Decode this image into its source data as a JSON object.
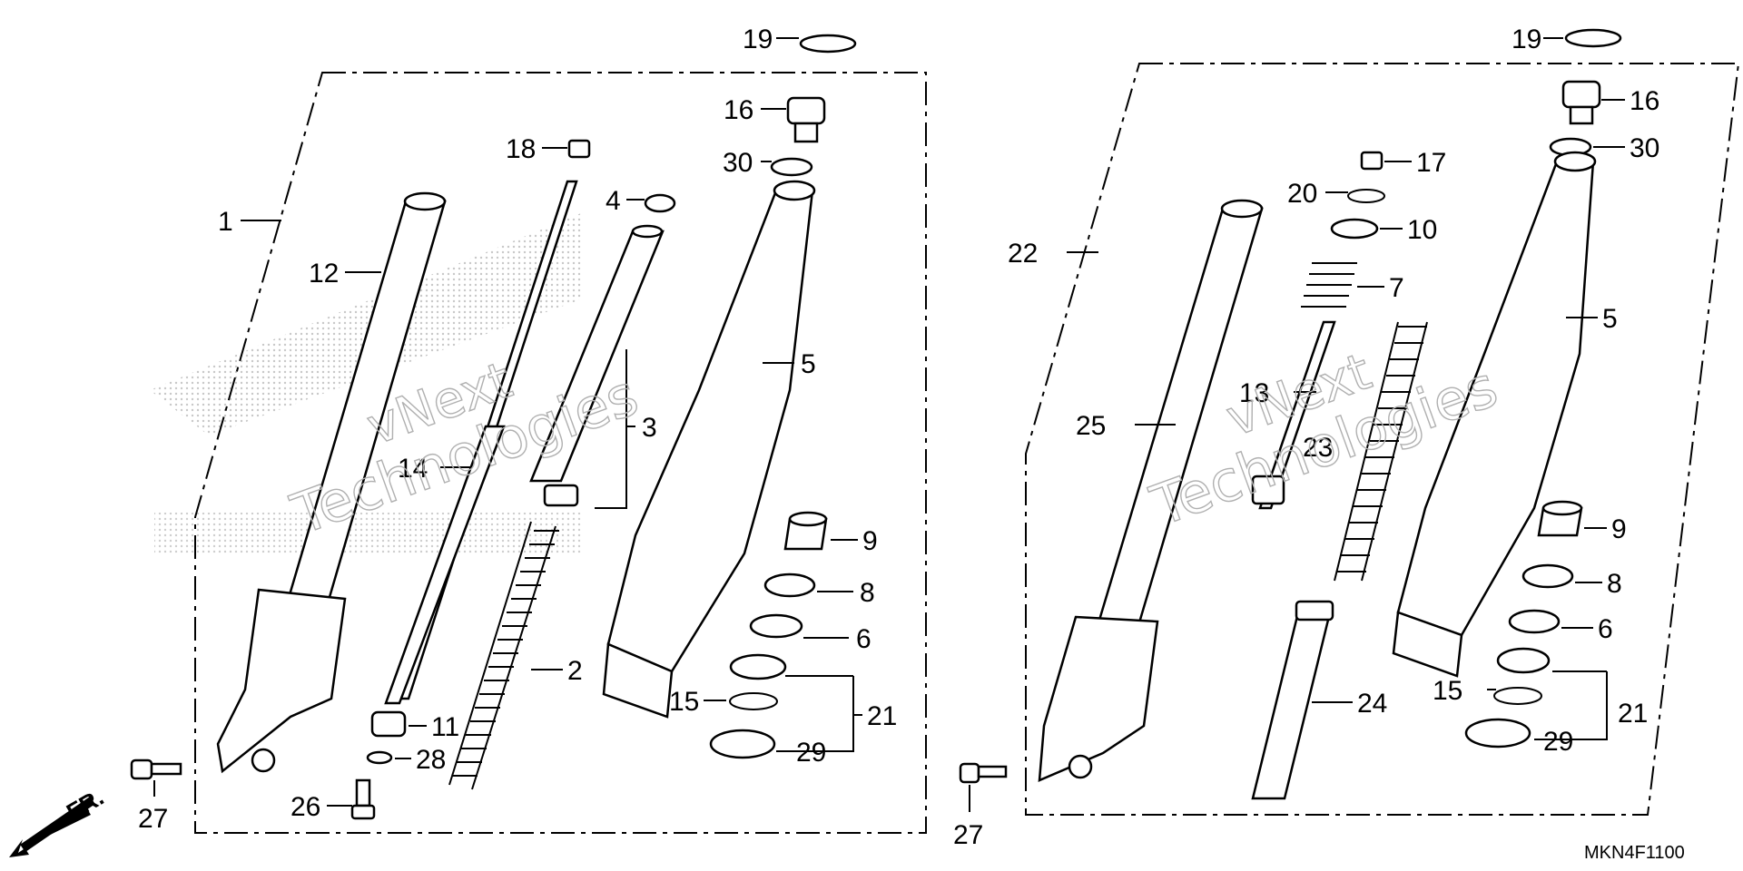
{
  "diagram": {
    "code": "MKN4F1100",
    "direction_label": "FR.",
    "watermark_lines": [
      "vNext",
      "Technologies"
    ],
    "left_labels": [
      "19",
      "16",
      "30",
      "18",
      "4",
      "1",
      "12",
      "5",
      "3",
      "14",
      "9",
      "8",
      "6",
      "2",
      "21",
      "15",
      "11",
      "29",
      "28",
      "27",
      "26"
    ],
    "right_labels": [
      "19",
      "16",
      "30",
      "17",
      "20",
      "10",
      "22",
      "7",
      "5",
      "13",
      "25",
      "23",
      "9",
      "8",
      "6",
      "24",
      "15",
      "21",
      "29",
      "27"
    ]
  }
}
